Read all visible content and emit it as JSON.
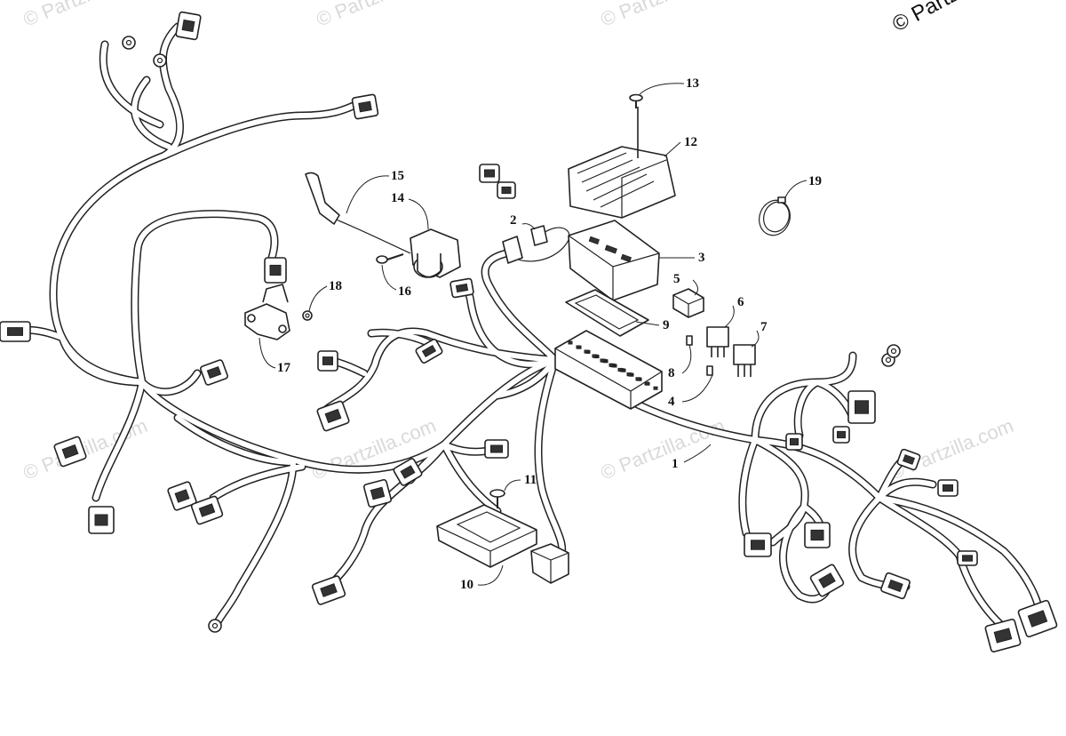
{
  "diagram": {
    "watermarks": [
      "© Partzilla.com",
      "© Partzilla.com",
      "© Partzilla.com",
      "© Partzilla.com",
      "© Partzilla.com",
      "© Partzilla.com",
      "© Partzilla.com"
    ],
    "copyright": "© Partzilla",
    "callouts": [
      "1",
      "2",
      "3",
      "4",
      "5",
      "6",
      "7",
      "8",
      "9",
      "10",
      "11",
      "12",
      "13",
      "14",
      "15",
      "16",
      "17",
      "18",
      "19"
    ],
    "parts": [
      {
        "id": "1",
        "name": "wiring harness"
      },
      {
        "id": "2",
        "name": "in-line fuse holder"
      },
      {
        "id": "3",
        "name": "fuse box cover"
      },
      {
        "id": "4",
        "name": "fuse"
      },
      {
        "id": "5",
        "name": "relay"
      },
      {
        "id": "6",
        "name": "relay"
      },
      {
        "id": "7",
        "name": "relay"
      },
      {
        "id": "8",
        "name": "fuse"
      },
      {
        "id": "9",
        "name": "gasket"
      },
      {
        "id": "10",
        "name": "ecu module"
      },
      {
        "id": "11",
        "name": "screw"
      },
      {
        "id": "12",
        "name": "voltage regulator"
      },
      {
        "id": "13",
        "name": "screw"
      },
      {
        "id": "14",
        "name": "ignition coil"
      },
      {
        "id": "15",
        "name": "spark plug cap"
      },
      {
        "id": "16",
        "name": "screw"
      },
      {
        "id": "17",
        "name": "sensor"
      },
      {
        "id": "18",
        "name": "nut"
      },
      {
        "id": "19",
        "name": "hose clamp"
      }
    ]
  }
}
